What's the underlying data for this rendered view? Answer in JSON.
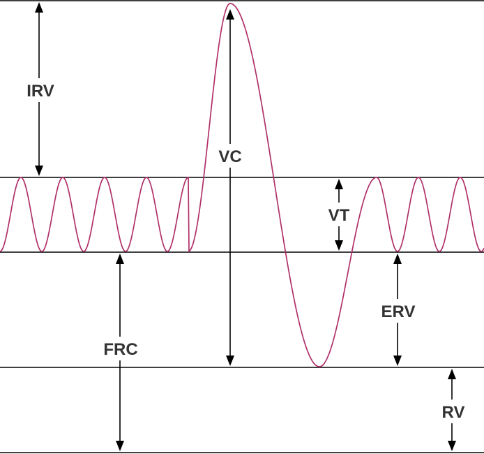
{
  "colors": {
    "curve": "#b0306a",
    "lines": "#000000",
    "label": "#333333"
  },
  "labels": {
    "irv": "IRV",
    "vc": "VC",
    "vt": "VT",
    "frc": "FRC",
    "erv": "ERV",
    "rv": "RV"
  }
}
